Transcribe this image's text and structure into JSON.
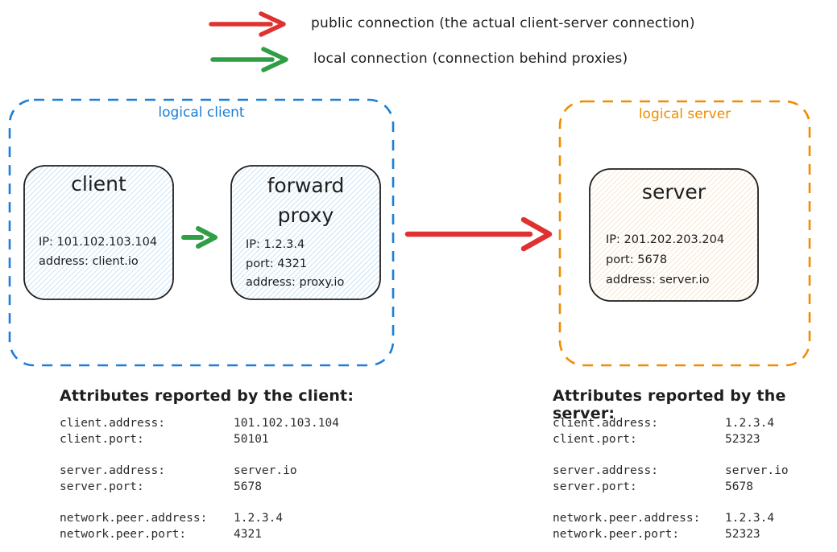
{
  "colors": {
    "public_arrow_red": "#e03131",
    "local_arrow_green": "#2f9e44",
    "logical_client_blue": "#1c7ed6",
    "logical_server_orange": "#f08c00",
    "node_stroke": "#1e1e1e",
    "client_hatch_fill": "#b8dbf7",
    "server_hatch_fill": "#f8dcba"
  },
  "legend": {
    "public_label": "public connection (the actual client-server connection)",
    "local_label": "local connection (connection behind proxies)"
  },
  "logical_client": {
    "label": "logical client",
    "client_node": {
      "title": "client",
      "lines": [
        "IP: 101.102.103.104",
        "address: client.io"
      ]
    },
    "proxy_node": {
      "title": "forward proxy",
      "lines": [
        "IP: 1.2.3.4",
        "port: 4321",
        "address: proxy.io"
      ]
    }
  },
  "logical_server": {
    "label": "logical server",
    "server_node": {
      "title": "server",
      "lines": [
        "IP: 201.202.203.204",
        "port: 5678",
        "address: server.io"
      ]
    }
  },
  "client_attributes": {
    "heading": "Attributes reported by the client:",
    "rows": [
      {
        "key": "client.address:",
        "value": "101.102.103.104"
      },
      {
        "key": "client.port:",
        "value": "50101"
      },
      {
        "key": "server.address:",
        "value": "server.io"
      },
      {
        "key": "server.port:",
        "value": "5678"
      },
      {
        "key": "network.peer.address:",
        "value": "1.2.3.4"
      },
      {
        "key": "network.peer.port:",
        "value": "4321"
      }
    ]
  },
  "server_attributes": {
    "heading": "Attributes reported by the server:",
    "rows": [
      {
        "key": "client.address:",
        "value": "1.2.3.4"
      },
      {
        "key": "client.port:",
        "value": "52323"
      },
      {
        "key": "server.address:",
        "value": "server.io"
      },
      {
        "key": "server.port:",
        "value": "5678"
      },
      {
        "key": "network.peer.address:",
        "value": "1.2.3.4"
      },
      {
        "key": "network.peer.port:",
        "value": "52323"
      }
    ]
  }
}
